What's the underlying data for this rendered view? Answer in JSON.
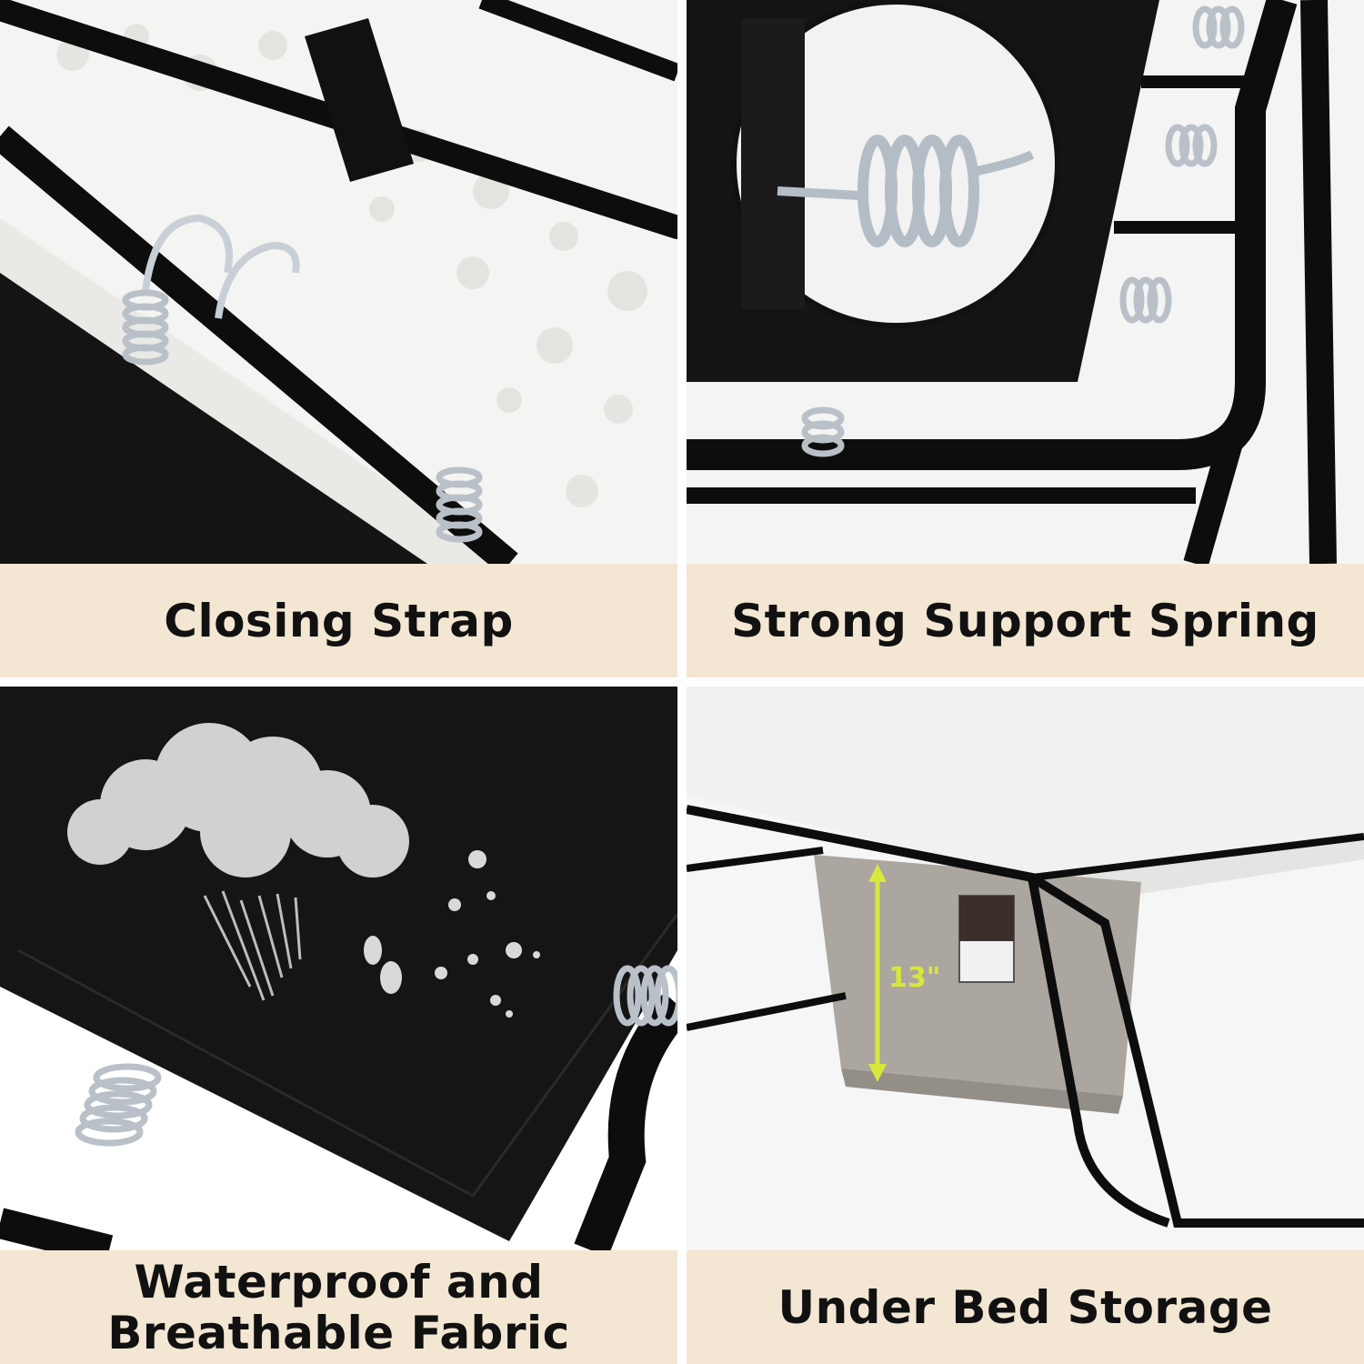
{
  "panels": [
    {
      "caption": "Closing Strap"
    },
    {
      "caption": "Strong Support Spring"
    },
    {
      "caption_line1": "Waterproof and",
      "caption_line2": "Breathable Fabric"
    },
    {
      "caption": "Under Bed Storage",
      "measurement": "13\""
    }
  ],
  "colors": {
    "caption_bg": "#f3e6d3",
    "caption_text": "#111111",
    "fabric": "#141414",
    "frame": "#0d0d0d",
    "foam": "#f2f2f0",
    "box": "#a9a49e",
    "measure": "#d6e83a"
  }
}
